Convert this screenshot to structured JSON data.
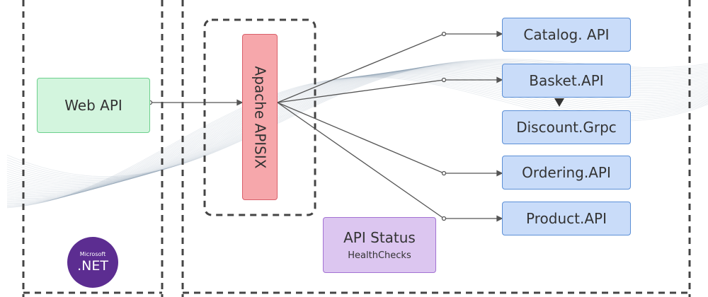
{
  "nodes": {
    "web_api": "Web API",
    "gateway": "Apache APISIX",
    "catalog": "Catalog. API",
    "basket": "Basket.API",
    "discount": "Discount.Grpc",
    "ordering": "Ordering.API",
    "product": "Product.API",
    "status_title": "API Status",
    "status_sub": "HealthChecks"
  },
  "logo": {
    "brand": "Microsoft",
    "name": ".NET",
    "color": "#5c2d91"
  },
  "colors": {
    "service_fill": "#c9dcf9",
    "service_border": "#5b8fd6",
    "web_api_fill": "#d3f5de",
    "gateway_fill": "#f6a7ab",
    "status_fill": "#dcc6f0",
    "edge": "#555555"
  },
  "edges": [
    {
      "from": "web_api",
      "to": "gateway"
    },
    {
      "from": "gateway",
      "to": "catalog"
    },
    {
      "from": "gateway",
      "to": "basket"
    },
    {
      "from": "gateway",
      "to": "ordering"
    },
    {
      "from": "gateway",
      "to": "product"
    },
    {
      "from": "basket",
      "to": "discount"
    }
  ]
}
